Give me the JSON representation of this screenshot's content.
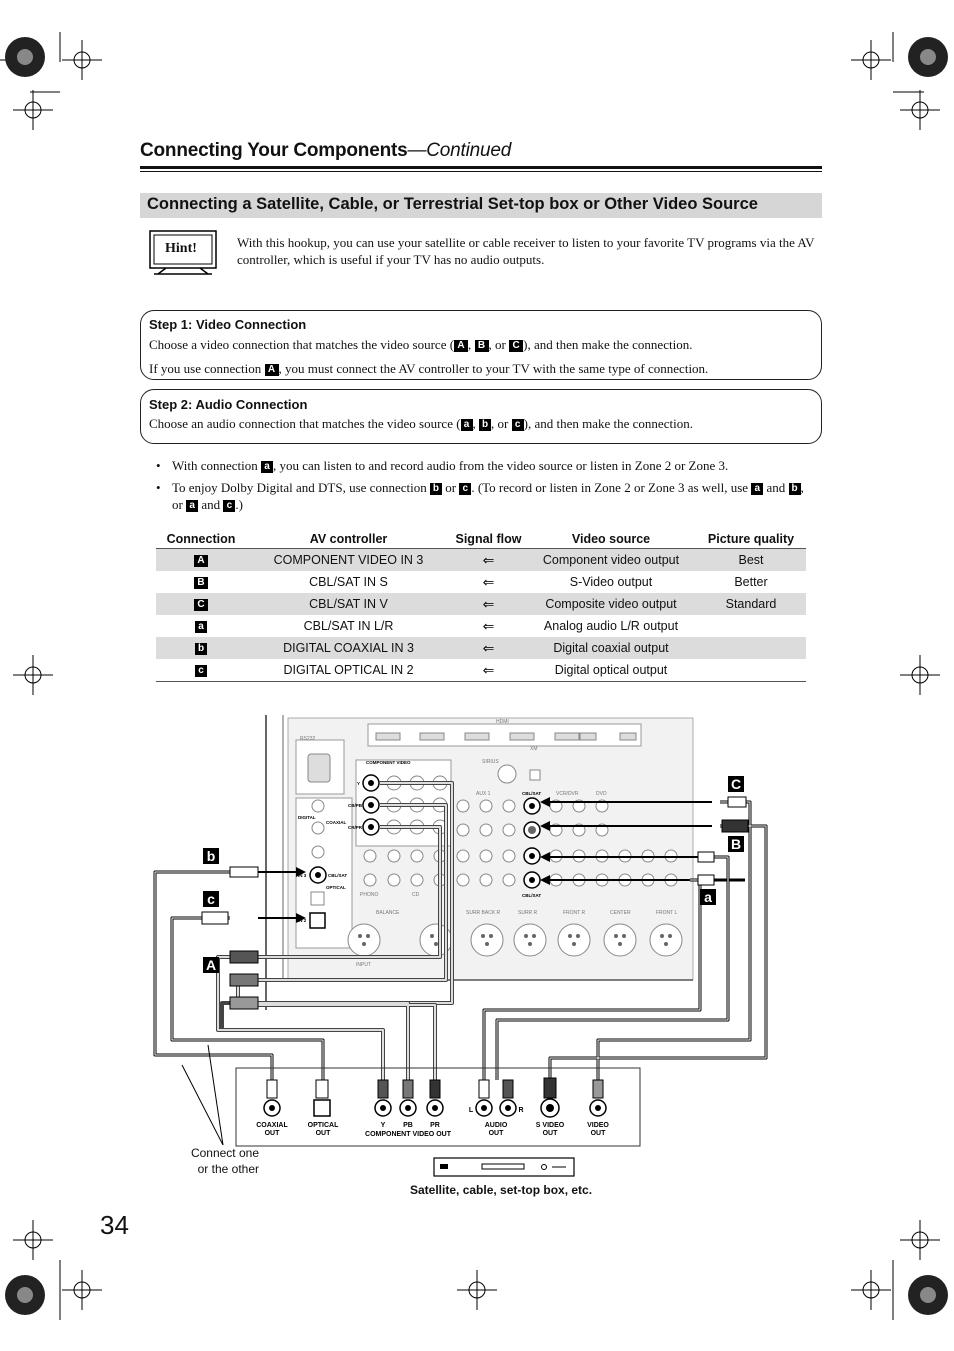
{
  "header": {
    "title_main": "Connecting Your Components",
    "title_cont": "—Continued"
  },
  "section": {
    "title": "Connecting a Satellite, Cable, or Terrestrial Set-top box or Other Video Source"
  },
  "hint": {
    "icon_label": "Hint!",
    "text": "With this hookup, you can use your satellite or cable receiver to listen to your favorite TV programs via the AV controller, which is useful if your TV has no audio outputs."
  },
  "step1": {
    "title": "Step 1: Video Connection",
    "l1_a": "Choose a video connection that matches the video source (",
    "l1_sep1": ", ",
    "l1_sep2": ", or ",
    "l1_b": "), and then make the connection.",
    "l2_a": "If you use connection ",
    "l2_b": ", you must connect the AV controller to your TV with the same type of connection."
  },
  "step2": {
    "title": "Step 2: Audio Connection",
    "l1_a": "Choose an audio connection that matches the video source (",
    "l1_sep1": ", ",
    "l1_sep2": ", or ",
    "l1_b": "), and then make the connection."
  },
  "bullets": {
    "b1_a": "With connection ",
    "b1_b": ", you can listen to and record audio from the video source or listen in Zone 2 or Zone 3.",
    "b2_a": "To enjoy Dolby Digital and DTS, use connection ",
    "b2_or": " or ",
    "b2_b": ". (To record or listen in Zone 2 or Zone 3 as well, use ",
    "b2_and1": " and ",
    "b2_or2": ", or ",
    "b2_and2": " and ",
    "b2_end": ".)"
  },
  "letters": {
    "A": "A",
    "B": "B",
    "C": "C",
    "a": "a",
    "b": "b",
    "c": "c"
  },
  "table": {
    "headers": [
      "Connection",
      "AV controller",
      "Signal flow",
      "Video source",
      "Picture quality"
    ],
    "arrow": "⇐",
    "rows": [
      {
        "conn": "A",
        "av": "COMPONENT VIDEO IN 3",
        "src": "Component video output",
        "q": "Best"
      },
      {
        "conn": "B",
        "av": "CBL/SAT IN S",
        "src": "S-Video output",
        "q": "Better"
      },
      {
        "conn": "C",
        "av": "CBL/SAT IN V",
        "src": "Composite video output",
        "q": "Standard"
      },
      {
        "conn": "a",
        "av": "CBL/SAT IN L/R",
        "src": "Analog audio L/R output",
        "q": ""
      },
      {
        "conn": "b",
        "av": "DIGITAL COAXIAL IN 3",
        "src": "Digital coaxial output",
        "q": ""
      },
      {
        "conn": "c",
        "av": "DIGITAL OPTICAL IN 2",
        "src": "Digital optical output",
        "q": ""
      }
    ]
  },
  "diagram": {
    "panel_labels": {
      "hdmi": "HDMI",
      "component_video": "COMPONENT VIDEO",
      "digital": "DIGITAL",
      "coaxial": "COAXIAL",
      "optical": "OPTICAL",
      "in3": "IN 3",
      "in2": "IN 2",
      "cbl_sat": "CBL/SAT",
      "y": "Y",
      "cb_pb": "CB/PB",
      "cr_pr": "CR/PR",
      "aux1": "AUX 1",
      "vcr_dvr": "VCR/DVR",
      "dvd": "DVD",
      "front_r": "FRONT R",
      "center": "CENTER",
      "front_l": "FRONT L",
      "surr_r": "SURR R",
      "surr_back_r": "SURR BACK R",
      "balance": "BALANCE",
      "input": "INPUT",
      "phono": "PHONO",
      "cd": "CD",
      "rs232": "RS232",
      "xm": "XM",
      "sirius": "SIRIUS"
    },
    "jacks": {
      "coaxial_out": "COAXIAL\nOUT",
      "optical_out": "OPTICAL\nOUT",
      "y": "Y",
      "pb": "PB",
      "pr": "PR",
      "component_video_out": "COMPONENT VIDEO OUT",
      "l": "L",
      "r": "R",
      "audio_out": "AUDIO\nOUT",
      "s_video_out": "S VIDEO\nOUT",
      "video_out": "VIDEO\nOUT"
    },
    "note": "Connect one\nor the other",
    "device_label": "Satellite, cable, set-top box, etc."
  },
  "page_number": "34"
}
